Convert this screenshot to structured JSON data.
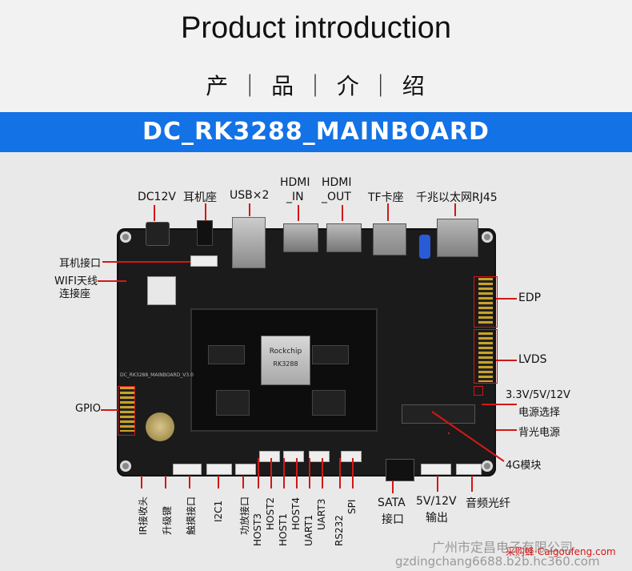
{
  "header": {
    "title_en": "Product introduction",
    "title_cn": "产 ｜ 品 ｜ 介 ｜ 绍"
  },
  "banner": {
    "text": "DC_RK3288_MAINBOARD"
  },
  "board": {
    "silkscreen": "DC_RK3288_MAINBOARD_V3.0",
    "chip_brand": "Rockchip",
    "chip_model": "RK3288"
  },
  "labels": {
    "dc12v": "DC12V",
    "earphone_socket": "耳机座",
    "usb": "USB×2",
    "hdmi_in_1": "HDMI",
    "hdmi_in_2": "_IN",
    "hdmi_out_1": "HDMI",
    "hdmi_out_2": "_OUT",
    "tf": "TF卡座",
    "rj45": "千兆以太网RJ45",
    "earphone_port": "耳机接口",
    "wifi_1": "WIFI天线",
    "wifi_2": "连接座",
    "edp": "EDP",
    "lvds": "LVDS",
    "power_sel_1": "3.3V/5V/12V",
    "power_sel_2": "电源选择",
    "backlight": "背光电源",
    "gpio": "GPIO",
    "module_4g": "4G模块",
    "sata_1": "SATA",
    "sata_2": "接口",
    "out_1": "5V/12V",
    "out_2": "输出",
    "fiber": "音频光纤"
  },
  "bottom_labels": [
    "IR接收头",
    "升级键",
    "触摸接口",
    "I2C1",
    "功放接口",
    "HOST3",
    "HOST2",
    "HOST1",
    "HOST4",
    "UART1",
    "UART3",
    "RS232",
    "SPI"
  ],
  "watermark": {
    "company": "广州市定昌电子有限公司",
    "url": "gzdingchang6688.b2b.hc360.com",
    "site": "采购蜂·Caigoufeng.com"
  },
  "colors": {
    "banner": "#1272e6",
    "annotation": "#d31717",
    "pcb": "#1b1b1b"
  }
}
